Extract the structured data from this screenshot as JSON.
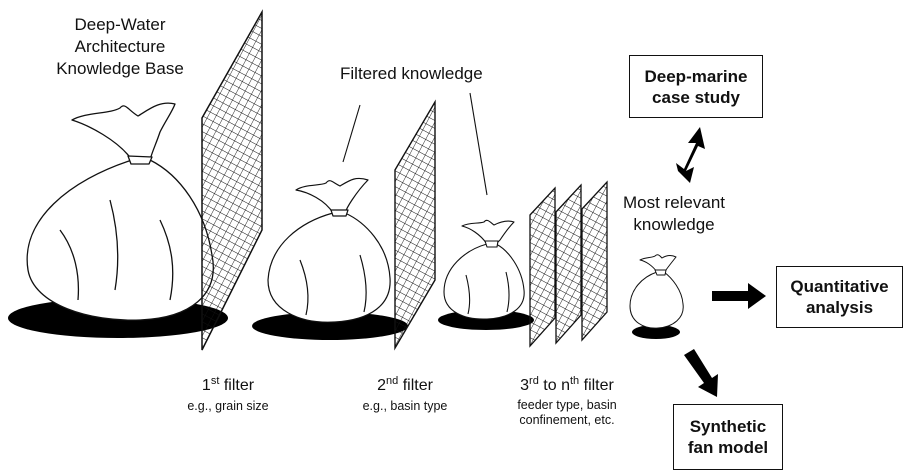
{
  "knowledge_base": {
    "line1": "Deep-Water",
    "line2": "Architecture",
    "line3": "Knowledge Base"
  },
  "filtered_label": "Filtered knowledge",
  "relevant": {
    "line1": "Most relevant",
    "line2": "knowledge"
  },
  "filters": [
    {
      "num": "1",
      "suffix": "st",
      "word": "filter",
      "example": "e.g., grain size"
    },
    {
      "num": "2",
      "suffix": "nd",
      "word": "filter",
      "example": "e.g., basin type"
    },
    {
      "num": "3",
      "suffix": "rd",
      "connector": "to",
      "num2": "n",
      "suffix2": "th",
      "word": "filter",
      "example_line1": "feeder type, basin",
      "example_line2": "confinement, etc."
    }
  ],
  "outputs": {
    "case_study": {
      "line1": "Deep-marine",
      "line2": "case study"
    },
    "quantitative": {
      "line1": "Quantitative",
      "line2": "analysis"
    },
    "synthetic": {
      "line1": "Synthetic",
      "line2": "fan model"
    }
  }
}
